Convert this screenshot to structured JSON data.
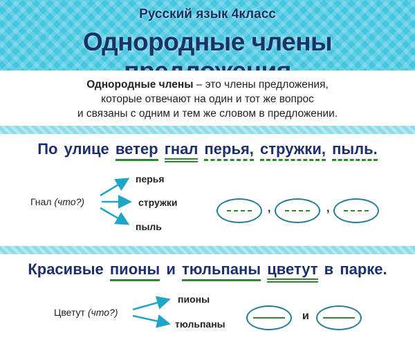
{
  "header": {
    "subtitle": "Русский язык 4класс",
    "title": "Однородные члены предложения"
  },
  "definition": {
    "term": "Однородные члены",
    "line1_rest": " – это члены предложения,",
    "line2": "которые отвечают на один и тот же вопрос",
    "line3": "и связаны с одним и тем же словом в предложении."
  },
  "example1": {
    "words": [
      "По",
      "улице",
      "ветер",
      "гнал",
      "перья,",
      "стружки,",
      "пыль."
    ],
    "head_word": "Гнал",
    "question": "(что?)",
    "items": [
      "перья",
      "стружки",
      "пыль"
    ],
    "separators": [
      ",",
      ","
    ]
  },
  "example2": {
    "words": [
      "Красивые",
      "пионы",
      "и",
      "тюльпаны",
      "цветут",
      "в",
      "парке."
    ],
    "head_word": "Цветут",
    "question": "(что?)",
    "items": [
      "пионы",
      "тюльпаны"
    ],
    "conjunction": "и"
  },
  "colors": {
    "background": "#43c6df",
    "title": "#183466",
    "underline": "#2a8a28",
    "arrow": "#1ea6c9",
    "oval": "#1e7f9a"
  }
}
